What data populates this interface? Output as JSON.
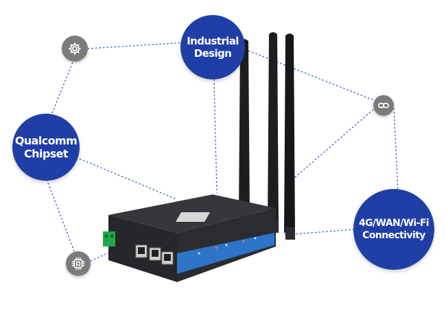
{
  "features": {
    "industrial_design": "Industrial\nDesign",
    "qualcomm_chipset": "Qualcomm\nChipset",
    "connectivity": "4G/WAN/Wi-Fi\nConnectivity"
  },
  "icons": {
    "top_left": "gear-icon",
    "right": "link-icon",
    "bottom_left": "chip-icon"
  },
  "colors": {
    "bubble": "#1f3fa6",
    "icon_circle": "#7b7b7b",
    "dotted_line": "#2f57b8",
    "router_body": "#2a2c30",
    "router_front_stripe": "#2e74c8",
    "terminal_block": "#1fa84a"
  }
}
